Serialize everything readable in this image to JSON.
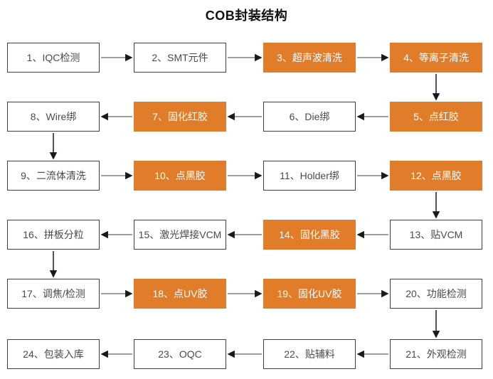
{
  "title": "COB封装结构",
  "colors": {
    "highlight": "#E07C2A",
    "box_background": "#FFFFFF",
    "box_border": "#3F3F3F",
    "box_text": "#4A4A4A",
    "highlight_text": "#FFFFFF",
    "arrow_line": "#7F7F7F",
    "arrow_head": "#1A1A1A"
  },
  "nodes": [
    {
      "label": "1、IQC检测",
      "highlighted": false
    },
    {
      "label": "2、SMT元件",
      "highlighted": false
    },
    {
      "label": "3、超声波清洗",
      "highlighted": true
    },
    {
      "label": "4、等离子清洗",
      "highlighted": true
    },
    {
      "label": "5、点红胶",
      "highlighted": true
    },
    {
      "label": "6、Die绑",
      "highlighted": false
    },
    {
      "label": "7、固化红胶",
      "highlighted": true
    },
    {
      "label": "8、Wire绑",
      "highlighted": false
    },
    {
      "label": "9、二流体清洗",
      "highlighted": false
    },
    {
      "label": "10、点黑胶",
      "highlighted": true
    },
    {
      "label": "11、Holder绑",
      "highlighted": false
    },
    {
      "label": "12、点黑胶",
      "highlighted": true
    },
    {
      "label": "13、贴VCM",
      "highlighted": false
    },
    {
      "label": "14、固化黑胶",
      "highlighted": true
    },
    {
      "label": "15、激光焊接VCM",
      "highlighted": false
    },
    {
      "label": "16、拼板分粒",
      "highlighted": false
    },
    {
      "label": "17、调焦/检测",
      "highlighted": false
    },
    {
      "label": "18、点UV胶",
      "highlighted": true
    },
    {
      "label": "19、固化UV胶",
      "highlighted": true
    },
    {
      "label": "20、功能检测",
      "highlighted": false
    },
    {
      "label": "21、外观检测",
      "highlighted": false
    },
    {
      "label": "22、贴辅料",
      "highlighted": false
    },
    {
      "label": "23、OQC",
      "highlighted": false
    },
    {
      "label": "24、包装入库",
      "highlighted": false
    }
  ],
  "flow_order": "1→2→3→4→5→6→7→8→9→10→11→12→13→14→15→16→17→18→19→20→21→22→23→24"
}
